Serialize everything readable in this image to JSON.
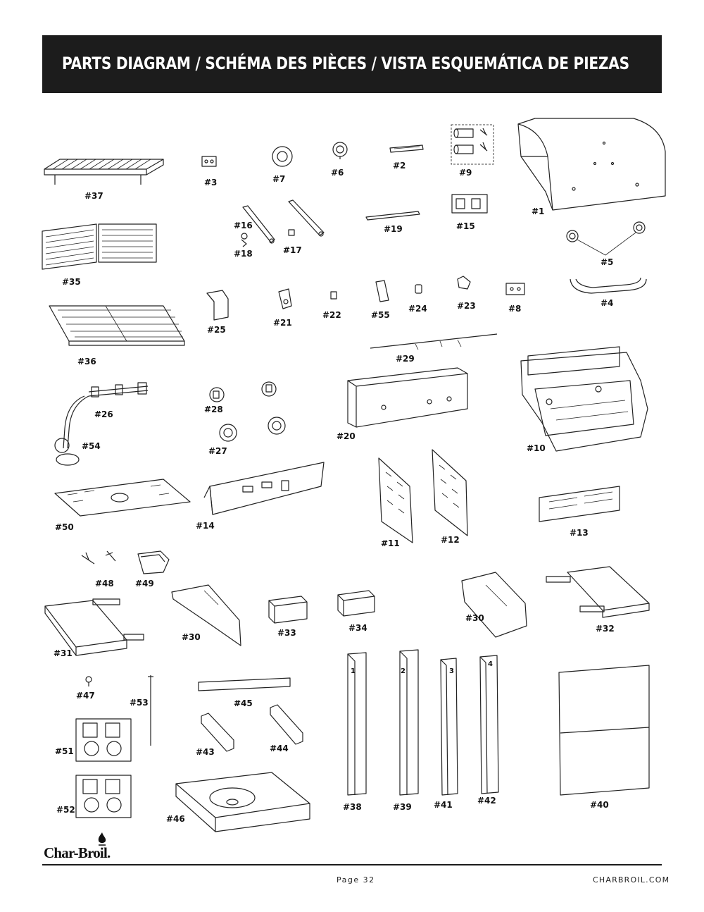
{
  "header": {
    "title": "PARTS DIAGRAM / SCHÉMA DES PIÈCES / VISTA ESQUEMÁTICA DE PIEZAS"
  },
  "parts": [
    {
      "id": "p37",
      "label": "#37"
    },
    {
      "id": "p3",
      "label": "#3"
    },
    {
      "id": "p7",
      "label": "#7"
    },
    {
      "id": "p6",
      "label": "#6"
    },
    {
      "id": "p2",
      "label": "#2"
    },
    {
      "id": "p9",
      "label": "#9"
    },
    {
      "id": "p1",
      "label": "#1"
    },
    {
      "id": "p35",
      "label": "#35"
    },
    {
      "id": "p16",
      "label": "#16"
    },
    {
      "id": "p18",
      "label": "#18"
    },
    {
      "id": "p17",
      "label": "#17"
    },
    {
      "id": "p19",
      "label": "#19"
    },
    {
      "id": "p15",
      "label": "#15"
    },
    {
      "id": "p5",
      "label": "#5"
    },
    {
      "id": "p36",
      "label": "#36"
    },
    {
      "id": "p25",
      "label": "#25"
    },
    {
      "id": "p21",
      "label": "#21"
    },
    {
      "id": "p22",
      "label": "#22"
    },
    {
      "id": "p55",
      "label": "#55"
    },
    {
      "id": "p24",
      "label": "#24"
    },
    {
      "id": "p23",
      "label": "#23"
    },
    {
      "id": "p8",
      "label": "#8"
    },
    {
      "id": "p4",
      "label": "#4"
    },
    {
      "id": "p29",
      "label": "#29"
    },
    {
      "id": "p26",
      "label": "#26"
    },
    {
      "id": "p54",
      "label": "#54"
    },
    {
      "id": "p28",
      "label": "#28"
    },
    {
      "id": "p27",
      "label": "#27"
    },
    {
      "id": "p20",
      "label": "#20"
    },
    {
      "id": "p10",
      "label": "#10"
    },
    {
      "id": "p50",
      "label": "#50"
    },
    {
      "id": "p14",
      "label": "#14"
    },
    {
      "id": "p11",
      "label": "#11"
    },
    {
      "id": "p12",
      "label": "#12"
    },
    {
      "id": "p13",
      "label": "#13"
    },
    {
      "id": "p48",
      "label": "#48"
    },
    {
      "id": "p49",
      "label": "#49"
    },
    {
      "id": "p31",
      "label": "#31"
    },
    {
      "id": "p30a",
      "label": "#30"
    },
    {
      "id": "p33",
      "label": "#33"
    },
    {
      "id": "p34",
      "label": "#34"
    },
    {
      "id": "p30b",
      "label": "#30"
    },
    {
      "id": "p32",
      "label": "#32"
    },
    {
      "id": "p47",
      "label": "#47"
    },
    {
      "id": "p53",
      "label": "#53"
    },
    {
      "id": "p45",
      "label": "#45"
    },
    {
      "id": "p51",
      "label": "#51"
    },
    {
      "id": "p43",
      "label": "#43"
    },
    {
      "id": "p44",
      "label": "#44"
    },
    {
      "id": "p38",
      "label": "#38"
    },
    {
      "id": "p39",
      "label": "#39"
    },
    {
      "id": "p41",
      "label": "#41"
    },
    {
      "id": "p42",
      "label": "#42"
    },
    {
      "id": "p40",
      "label": "#40"
    },
    {
      "id": "p52",
      "label": "#52"
    },
    {
      "id": "p46",
      "label": "#46"
    }
  ],
  "leg_numbers": [
    "1",
    "2",
    "3",
    "4"
  ],
  "footer": {
    "brand": "Char-Broil.",
    "page": "Page 32",
    "url": "CHARBROIL.COM"
  }
}
